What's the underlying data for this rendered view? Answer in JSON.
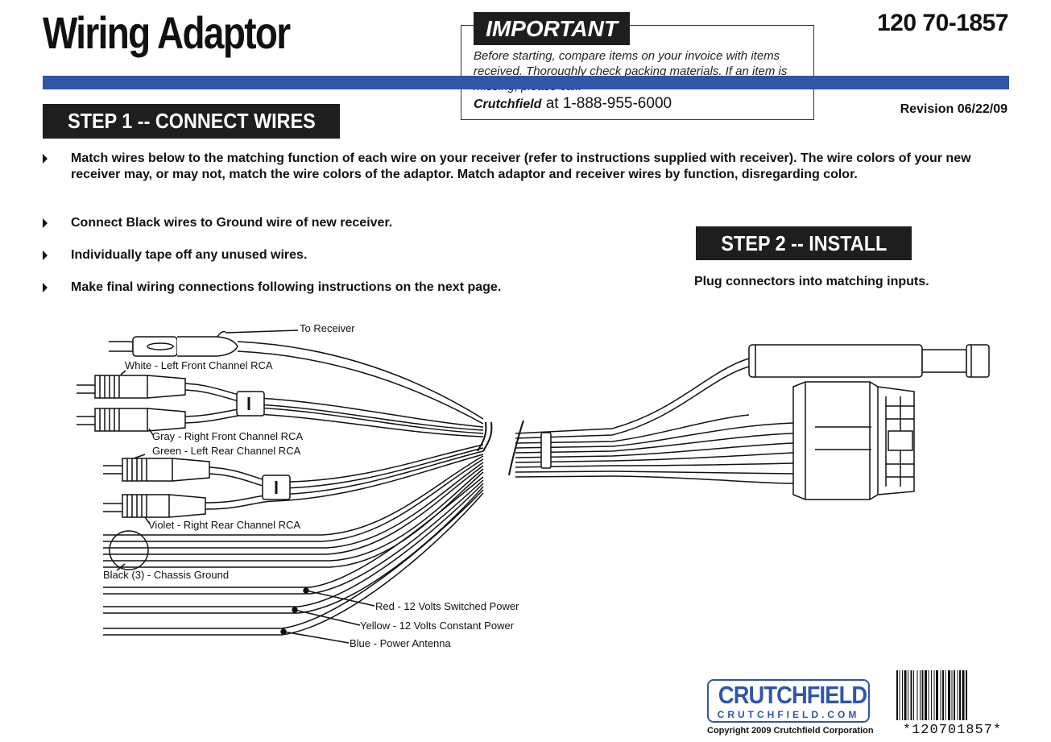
{
  "header": {
    "title": "Wiring Adaptor",
    "doc_number": "120 70-1857",
    "revision": "Revision 06/22/09"
  },
  "important": {
    "label": "IMPORTANT",
    "text": "Before starting, compare items on your invoice with items received.  Thoroughly check packing materials.  If an item is missing, please call:",
    "company": "Crutchfield",
    "phone": "at 1-888-955-6000"
  },
  "step1": {
    "title": "STEP 1 -- CONNECT WIRES",
    "bullets": [
      "Match wires below to the matching function of each wire on your receiver (refer to instructions supplied with receiver). The wire colors of your new receiver may, or may not, match the wire colors of the adaptor.  Match adaptor and receiver wires by function, disregarding color.",
      "Connect Black wires to Ground wire of new receiver.",
      "Individually tape off any unused wires.",
      "Make final wiring connections following instructions on the next page."
    ]
  },
  "step2": {
    "title": "STEP 2 -- INSTALL",
    "text": "Plug connectors into matching inputs."
  },
  "diagram": {
    "labels": {
      "to_receiver": "To Receiver",
      "white": "White - Left Front Channel RCA",
      "gray": "Gray - Right Front Channel RCA",
      "green": "Green - Left Rear Channel RCA",
      "violet": "Violet - Right Rear Channel RCA",
      "black": "Black (3) - Chassis Ground",
      "red": "Red - 12 Volts Switched Power",
      "yellow": "Yellow - 12 Volts Constant Power",
      "blue": "Blue - Power Antenna"
    }
  },
  "footer": {
    "logo_name": "CRUTCHFIELD",
    "logo_url": "CRUTCHFIELD.COM",
    "copyright": "Copyright 2009  Crutchfield Corporation",
    "barcode_text": "*120701857*"
  },
  "colors": {
    "accent_blue": "#2f56a8",
    "dark_bar": "#1e1e1e"
  }
}
